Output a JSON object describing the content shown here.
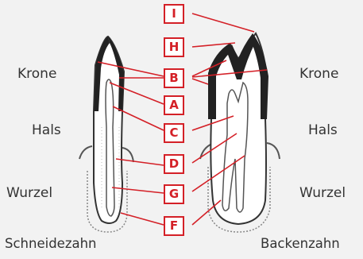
{
  "left_labels": {
    "crown": "Krone",
    "neck": "Hals",
    "root": "Wurzel"
  },
  "right_labels": {
    "crown": "Krone",
    "neck": "Hals",
    "root": "Wurzel"
  },
  "tooth_names": {
    "incisor": "Schneidezahn",
    "molar": "Backenzahn"
  },
  "letters": {
    "i": "I",
    "h": "H",
    "b": "B",
    "a": "A",
    "c": "C",
    "d": "D",
    "g": "G",
    "f": "F"
  },
  "colors": {
    "accent": "#d42027",
    "enamel": "#222222",
    "tooth_fill": "#ffffff",
    "gum": "#999999"
  }
}
